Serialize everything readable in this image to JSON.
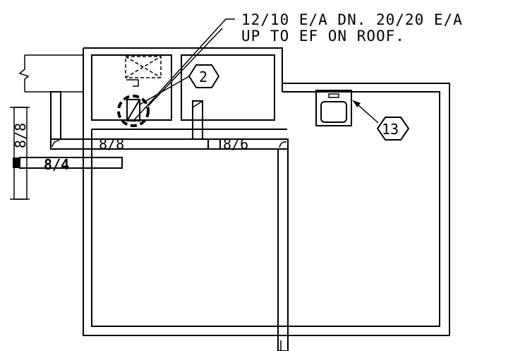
{
  "note": {
    "line1": "12/10 E/A DN. 20/20 E/A",
    "line2": "UP TO EF ON ROOF."
  },
  "tags": {
    "tag_2": "2",
    "tag_13": "13"
  },
  "ducts": {
    "duct_main_1": "8/8",
    "duct_main_2": "8/6",
    "duct_branch": "8/4",
    "duct_vertical": "8/8"
  },
  "colors": {
    "line": "#000000",
    "background": "#ffffff"
  }
}
